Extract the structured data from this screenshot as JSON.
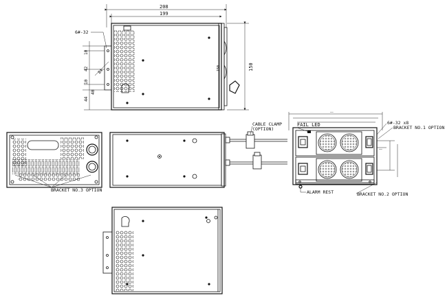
{
  "dimensions": {
    "width_208": "208",
    "width_199": "199",
    "height_150": "150",
    "side_10a": "10",
    "side_42": "42",
    "side_10b": "10",
    "side_44": "44",
    "side_40": "40",
    "diag_84": "84",
    "inner_150": "150"
  },
  "callouts": {
    "screw_top": "6#-32",
    "cable_clamp_1": "CABLE CLAMP",
    "cable_clamp_2": "(OPTION)",
    "fail_led": "FAIL LED",
    "screw_rear": "6#-32 x8",
    "bracket_1": "BRACKET NO.1 OPTION",
    "bracket_2": "BRACKET NO.2 OPTION",
    "bracket_3": "BRACKET NO.3 OPTION",
    "alarm_rest": "ALARM REST"
  }
}
